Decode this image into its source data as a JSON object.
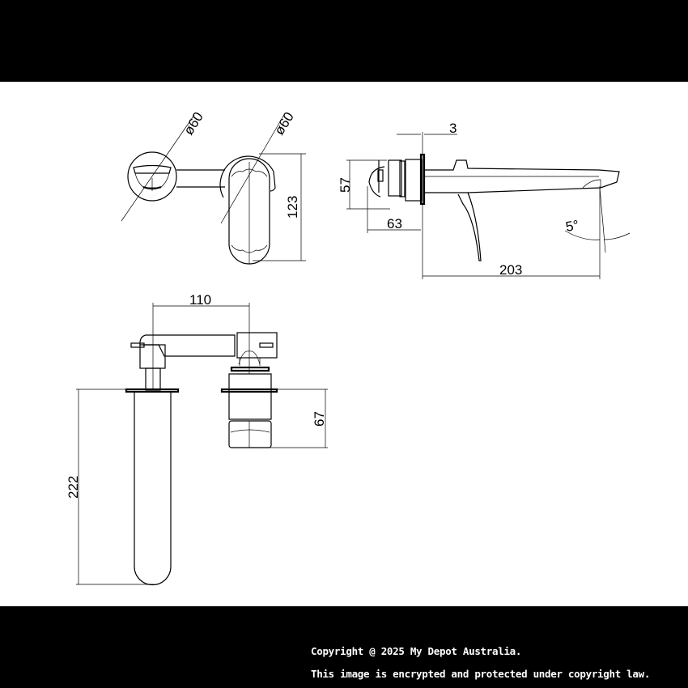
{
  "drawing": {
    "title": "Wall mixer with spout - dimension drawing",
    "colors": {
      "background": "#ffffff",
      "bands": "#000000",
      "line": "#000000",
      "copyright_text": "#ffffff"
    },
    "views": {
      "front": {
        "dims": {
          "outlet_diameter": "ø60",
          "mixer_diameter": "ø60",
          "mixer_height": "123"
        }
      },
      "side": {
        "dims": {
          "plate_thickness": "3",
          "body_height": "57",
          "body_depth": "63",
          "spout_reach": "203",
          "spout_angle": "5°"
        }
      },
      "top": {
        "dims": {
          "centres": "110",
          "rough_in_depth": "222",
          "cartridge_depth": "67"
        }
      }
    }
  },
  "footer": {
    "copyright": "Copyright @ 2025 My Depot Australia.",
    "notice": "This image is encrypted and protected under copyright law."
  }
}
